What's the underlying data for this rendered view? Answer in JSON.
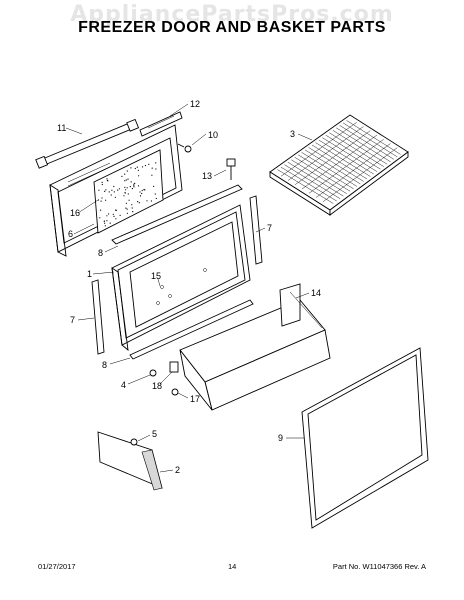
{
  "watermark": "AppliancePartsPros.com",
  "title": "FREEZER DOOR AND BASKET PARTS",
  "callouts": {
    "c1": "1",
    "c2": "2",
    "c3": "3",
    "c4": "4",
    "c5": "5",
    "c6": "6",
    "c7a": "7",
    "c7b": "7",
    "c8a": "8",
    "c8b": "8",
    "c9": "9",
    "c10": "10",
    "c11": "11",
    "c12": "12",
    "c13": "13",
    "c14": "14",
    "c15": "15",
    "c16": "16",
    "c17": "17",
    "c18": "18"
  },
  "footer": {
    "date": "01/27/2017",
    "page": "14",
    "part_number": "Part No. W11047366  Rev. A"
  }
}
